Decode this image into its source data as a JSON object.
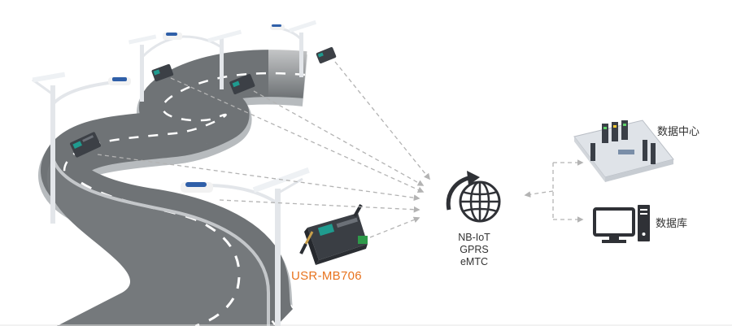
{
  "device": {
    "model_label": "USR-MB706"
  },
  "network": {
    "protocols": [
      "NB-IoT",
      "GPRS",
      "eMTC"
    ]
  },
  "destinations": {
    "data_center_label": "数据中心",
    "database_label": "数据库"
  },
  "colors": {
    "accent": "#e8731e",
    "road": "#6f7376",
    "lamp_pole": "#e3e6ea",
    "dashed_link": "#b3b3b3",
    "icon": "#2f3136"
  }
}
